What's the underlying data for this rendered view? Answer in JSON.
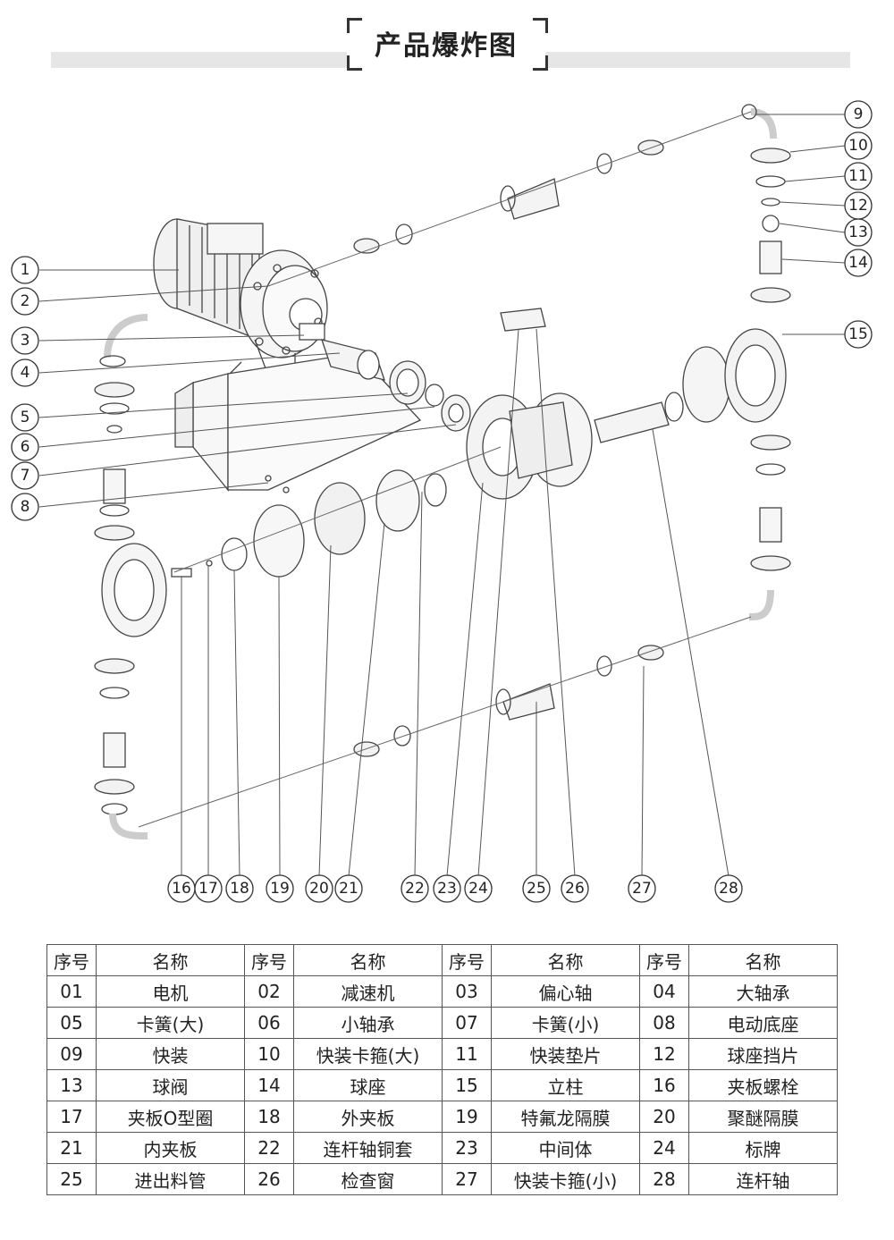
{
  "header": {
    "title": "产品爆炸图"
  },
  "diagram": {
    "callouts": [
      "1",
      "2",
      "3",
      "4",
      "5",
      "6",
      "7",
      "8",
      "9",
      "10",
      "11",
      "12",
      "13",
      "14",
      "15",
      "16",
      "17",
      "18",
      "19",
      "20",
      "21",
      "22",
      "23",
      "24",
      "25",
      "26",
      "27",
      "28"
    ]
  },
  "table": {
    "headers": [
      "序号",
      "名称",
      "序号",
      "名称",
      "序号",
      "名称",
      "序号",
      "名称"
    ],
    "rows": [
      [
        "01",
        "电机",
        "02",
        "减速机",
        "03",
        "偏心轴",
        "04",
        "大轴承"
      ],
      [
        "05",
        "卡簧(大)",
        "06",
        "小轴承",
        "07",
        "卡簧(小)",
        "08",
        "电动底座"
      ],
      [
        "09",
        "快装",
        "10",
        "快装卡箍(大)",
        "11",
        "快装垫片",
        "12",
        "球座挡片"
      ],
      [
        "13",
        "球阀",
        "14",
        "球座",
        "15",
        "立柱",
        "16",
        "夹板螺栓"
      ],
      [
        "17",
        "夹板O型圈",
        "18",
        "外夹板",
        "19",
        "特氟龙隔膜",
        "20",
        "聚醚隔膜"
      ],
      [
        "21",
        "内夹板",
        "22",
        "连杆轴铜套",
        "23",
        "中间体",
        "24",
        "标牌"
      ],
      [
        "25",
        "进出料管",
        "26",
        "检查窗",
        "27",
        "快装卡箍(小)",
        "28",
        "连杆轴"
      ]
    ]
  }
}
